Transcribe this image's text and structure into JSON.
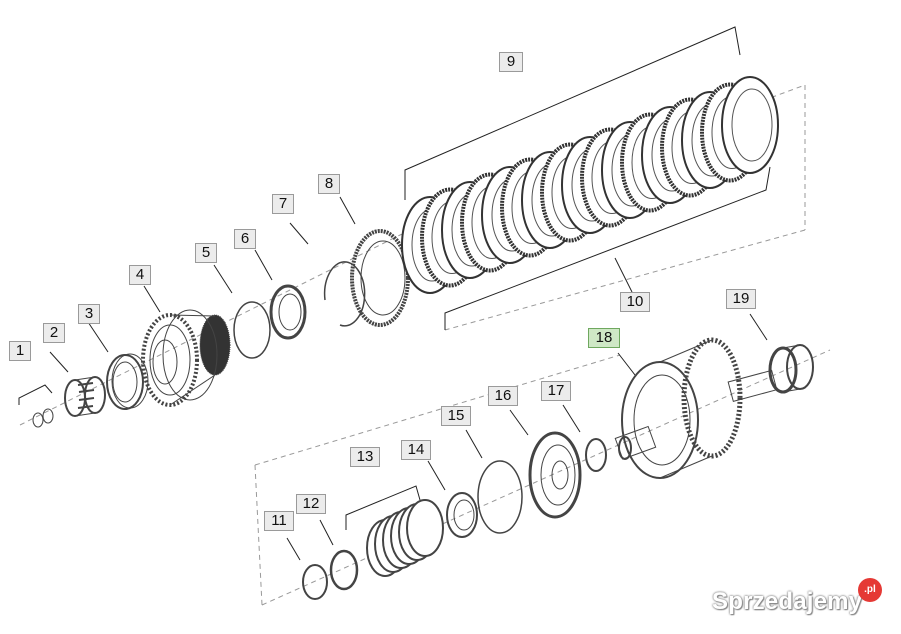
{
  "diagram": {
    "callouts": [
      {
        "id": "c1",
        "label": "1"
      },
      {
        "id": "c2",
        "label": "2"
      },
      {
        "id": "c3",
        "label": "3"
      },
      {
        "id": "c4",
        "label": "4"
      },
      {
        "id": "c5",
        "label": "5"
      },
      {
        "id": "c6",
        "label": "6"
      },
      {
        "id": "c7",
        "label": "7"
      },
      {
        "id": "c8",
        "label": "8"
      },
      {
        "id": "c9",
        "label": "9"
      },
      {
        "id": "c10",
        "label": "10"
      },
      {
        "id": "c11",
        "label": "11"
      },
      {
        "id": "c12",
        "label": "12"
      },
      {
        "id": "c13",
        "label": "13"
      },
      {
        "id": "c14",
        "label": "14"
      },
      {
        "id": "c15",
        "label": "15"
      },
      {
        "id": "c16",
        "label": "16"
      },
      {
        "id": "c17",
        "label": "17"
      },
      {
        "id": "c18",
        "label": "18",
        "highlighted": true
      },
      {
        "id": "c19",
        "label": "19"
      }
    ],
    "highlight_color": "#cfe8c6"
  },
  "watermark": {
    "text": "Sprzedajemy",
    "badge": ".pl",
    "badge_color": "#e53935"
  }
}
